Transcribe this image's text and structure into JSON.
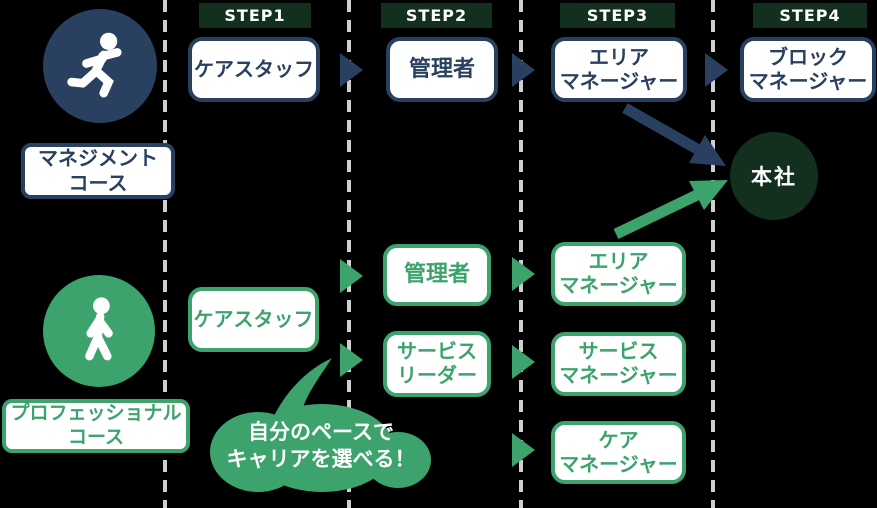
{
  "colors": {
    "background": "#000000",
    "navy": "#2a4060",
    "green": "#3ca36c",
    "dark_green": "#13301f",
    "white": "#ffffff",
    "dashed_line": "#cfcfcf"
  },
  "steps": [
    {
      "label": "STEP1"
    },
    {
      "label": "STEP2"
    },
    {
      "label": "STEP3"
    },
    {
      "label": "STEP4"
    }
  ],
  "management": {
    "icon": "running-person-icon",
    "course_label": [
      "マネジメント",
      "コース"
    ],
    "step1": "ケアスタッフ",
    "step2": "管理者",
    "step3": [
      "エリア",
      "マネージャー"
    ],
    "step4": [
      "ブロック",
      "マネージャー"
    ]
  },
  "professional": {
    "icon": "walking-person-icon",
    "course_label": [
      "プロフェッショナル",
      "コース"
    ],
    "step1": "ケアスタッフ",
    "step2_manager": "管理者",
    "step2_service_leader": [
      "サービス",
      "リーダー"
    ],
    "step3_area_manager": [
      "エリア",
      "マネージャー"
    ],
    "step3_service_manager": [
      "サービス",
      "マネージャー"
    ],
    "step3_care_manager": [
      "ケア",
      "マネージャー"
    ]
  },
  "headquarters": {
    "label": "本社"
  },
  "bubble": {
    "lines": [
      "自分のペースで",
      "キャリアを選べる！"
    ]
  }
}
